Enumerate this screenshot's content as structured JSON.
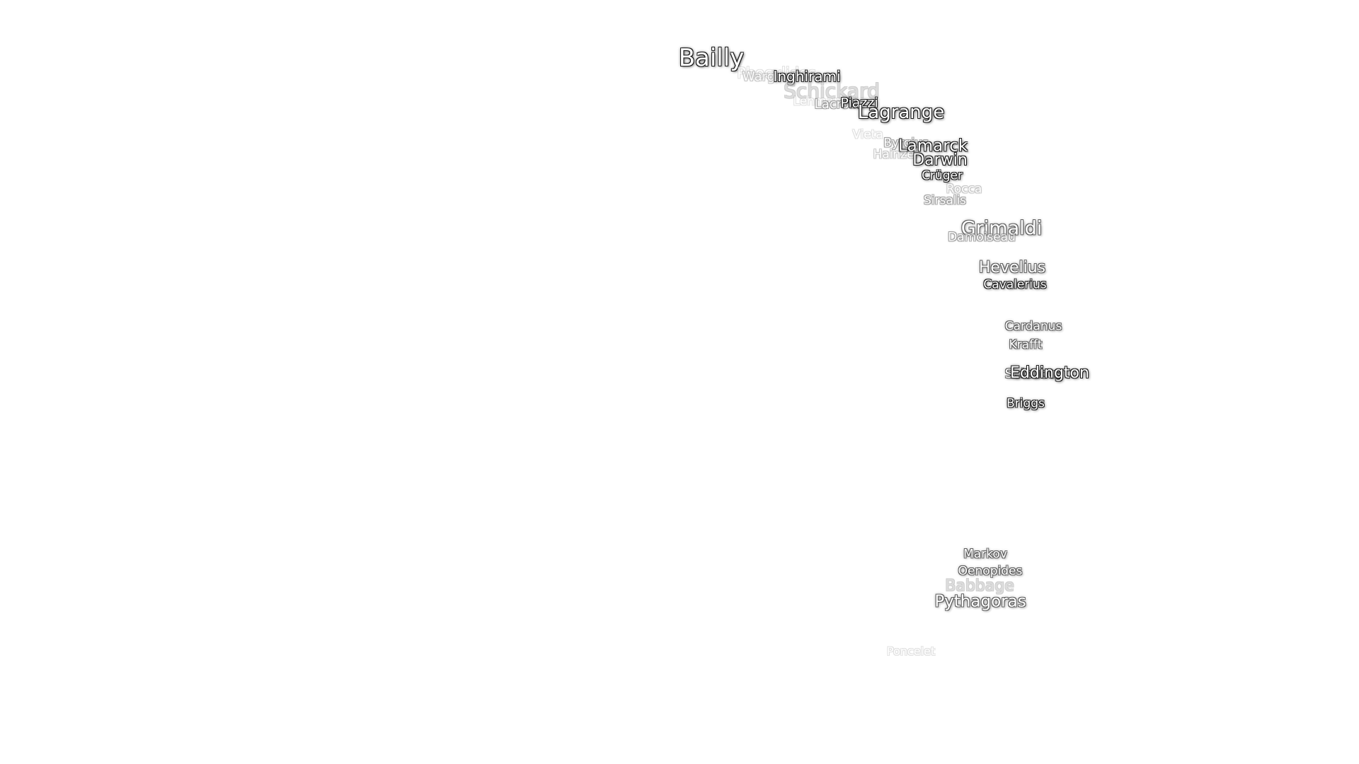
{
  "map": {
    "background_color": "#ffffff",
    "labels": [
      {
        "name": "Bailly"
      },
      {
        "name": "Phocylides"
      },
      {
        "name": "Wargentin"
      },
      {
        "name": "Inghirami"
      },
      {
        "name": "Schickard"
      },
      {
        "name": "Lehmann"
      },
      {
        "name": "Lacroix"
      },
      {
        "name": "Piazzi"
      },
      {
        "name": "Lagrange"
      },
      {
        "name": "Vieta"
      },
      {
        "name": "Byrgius"
      },
      {
        "name": "Lamarck"
      },
      {
        "name": "Hainzel"
      },
      {
        "name": "Darwin"
      },
      {
        "name": "Crüger"
      },
      {
        "name": "Rocca"
      },
      {
        "name": "Sirsalis"
      },
      {
        "name": "Grimaldi"
      },
      {
        "name": "Damoiseau"
      },
      {
        "name": "Hevelius"
      },
      {
        "name": "Cavalerius"
      },
      {
        "name": "Cardanus"
      },
      {
        "name": "Krafft"
      },
      {
        "name": "Seleucus"
      },
      {
        "name": "Eddington"
      },
      {
        "name": "Briggs"
      },
      {
        "name": "Markov"
      },
      {
        "name": "Oenopides"
      },
      {
        "name": "Babbage"
      },
      {
        "name": "Pythagoras"
      },
      {
        "name": "Poncelet"
      }
    ]
  }
}
